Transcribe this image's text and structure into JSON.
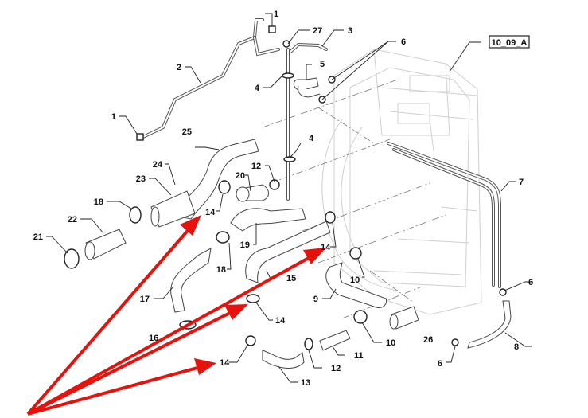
{
  "diagram": {
    "title": "Radiator cooling hoses exploded parts diagram",
    "reference_box": "10_09_A",
    "callouts": [
      {
        "id": "c1a",
        "text": "1"
      },
      {
        "id": "c1b",
        "text": "1"
      },
      {
        "id": "c2",
        "text": "2"
      },
      {
        "id": "c3",
        "text": "3"
      },
      {
        "id": "c4a",
        "text": "4"
      },
      {
        "id": "c4b",
        "text": "4"
      },
      {
        "id": "c5",
        "text": "5"
      },
      {
        "id": "c6a",
        "text": "6"
      },
      {
        "id": "c6b",
        "text": "6"
      },
      {
        "id": "c6c",
        "text": "6"
      },
      {
        "id": "c7",
        "text": "7"
      },
      {
        "id": "c8",
        "text": "8"
      },
      {
        "id": "c9",
        "text": "9"
      },
      {
        "id": "c10a",
        "text": "10"
      },
      {
        "id": "c10b",
        "text": "10"
      },
      {
        "id": "c11",
        "text": "11"
      },
      {
        "id": "c12a",
        "text": "12"
      },
      {
        "id": "c12b",
        "text": "12"
      },
      {
        "id": "c13",
        "text": "13"
      },
      {
        "id": "c14a",
        "text": "14"
      },
      {
        "id": "c14b",
        "text": "14"
      },
      {
        "id": "c14c",
        "text": "14"
      },
      {
        "id": "c14d",
        "text": "14"
      },
      {
        "id": "c15",
        "text": "15"
      },
      {
        "id": "c16",
        "text": "16"
      },
      {
        "id": "c17",
        "text": "17"
      },
      {
        "id": "c18a",
        "text": "18"
      },
      {
        "id": "c18b",
        "text": "18"
      },
      {
        "id": "c19",
        "text": "19"
      },
      {
        "id": "c20",
        "text": "20"
      },
      {
        "id": "c21",
        "text": "21"
      },
      {
        "id": "c22",
        "text": "22"
      },
      {
        "id": "c23",
        "text": "23"
      },
      {
        "id": "c24",
        "text": "24"
      },
      {
        "id": "c25",
        "text": "25"
      },
      {
        "id": "c26",
        "text": "26"
      },
      {
        "id": "c27",
        "text": "27"
      }
    ],
    "annotation": {
      "arrow_color": "#e8120c",
      "arrow_count": 4,
      "points_to": "14"
    }
  }
}
